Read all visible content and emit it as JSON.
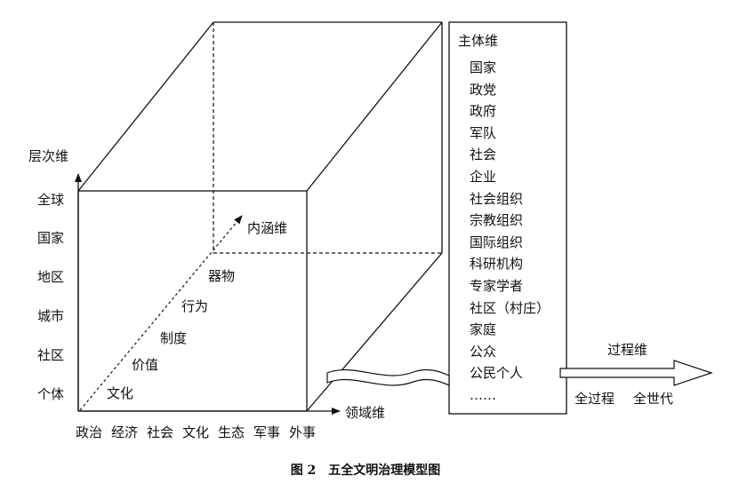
{
  "layer_dimension": {
    "title": "层次维",
    "levels": [
      "全球",
      "国家",
      "地区",
      "城市",
      "社区",
      "个体"
    ]
  },
  "domain_dimension": {
    "title": "领域维",
    "fields": [
      "政治",
      "经济",
      "社会",
      "文化",
      "生态",
      "军事",
      "外事"
    ]
  },
  "connotation_dimension": {
    "title": "内涵维",
    "items": [
      "文化",
      "价值",
      "制度",
      "行为",
      "器物"
    ]
  },
  "subject_dimension": {
    "title": "主体维",
    "items": [
      "国家",
      "政党",
      "政府",
      "军队",
      "社会",
      "企业",
      "社会组织",
      "宗教组织",
      "国际组织",
      "科研机构",
      "专家学者",
      "社区（村庄）",
      "家庭",
      "公众",
      "公民个人",
      "……"
    ]
  },
  "process_dimension": {
    "title": "过程维",
    "items": [
      "全过程",
      "全世代"
    ]
  },
  "caption": "图 2　五全文明治理模型图"
}
